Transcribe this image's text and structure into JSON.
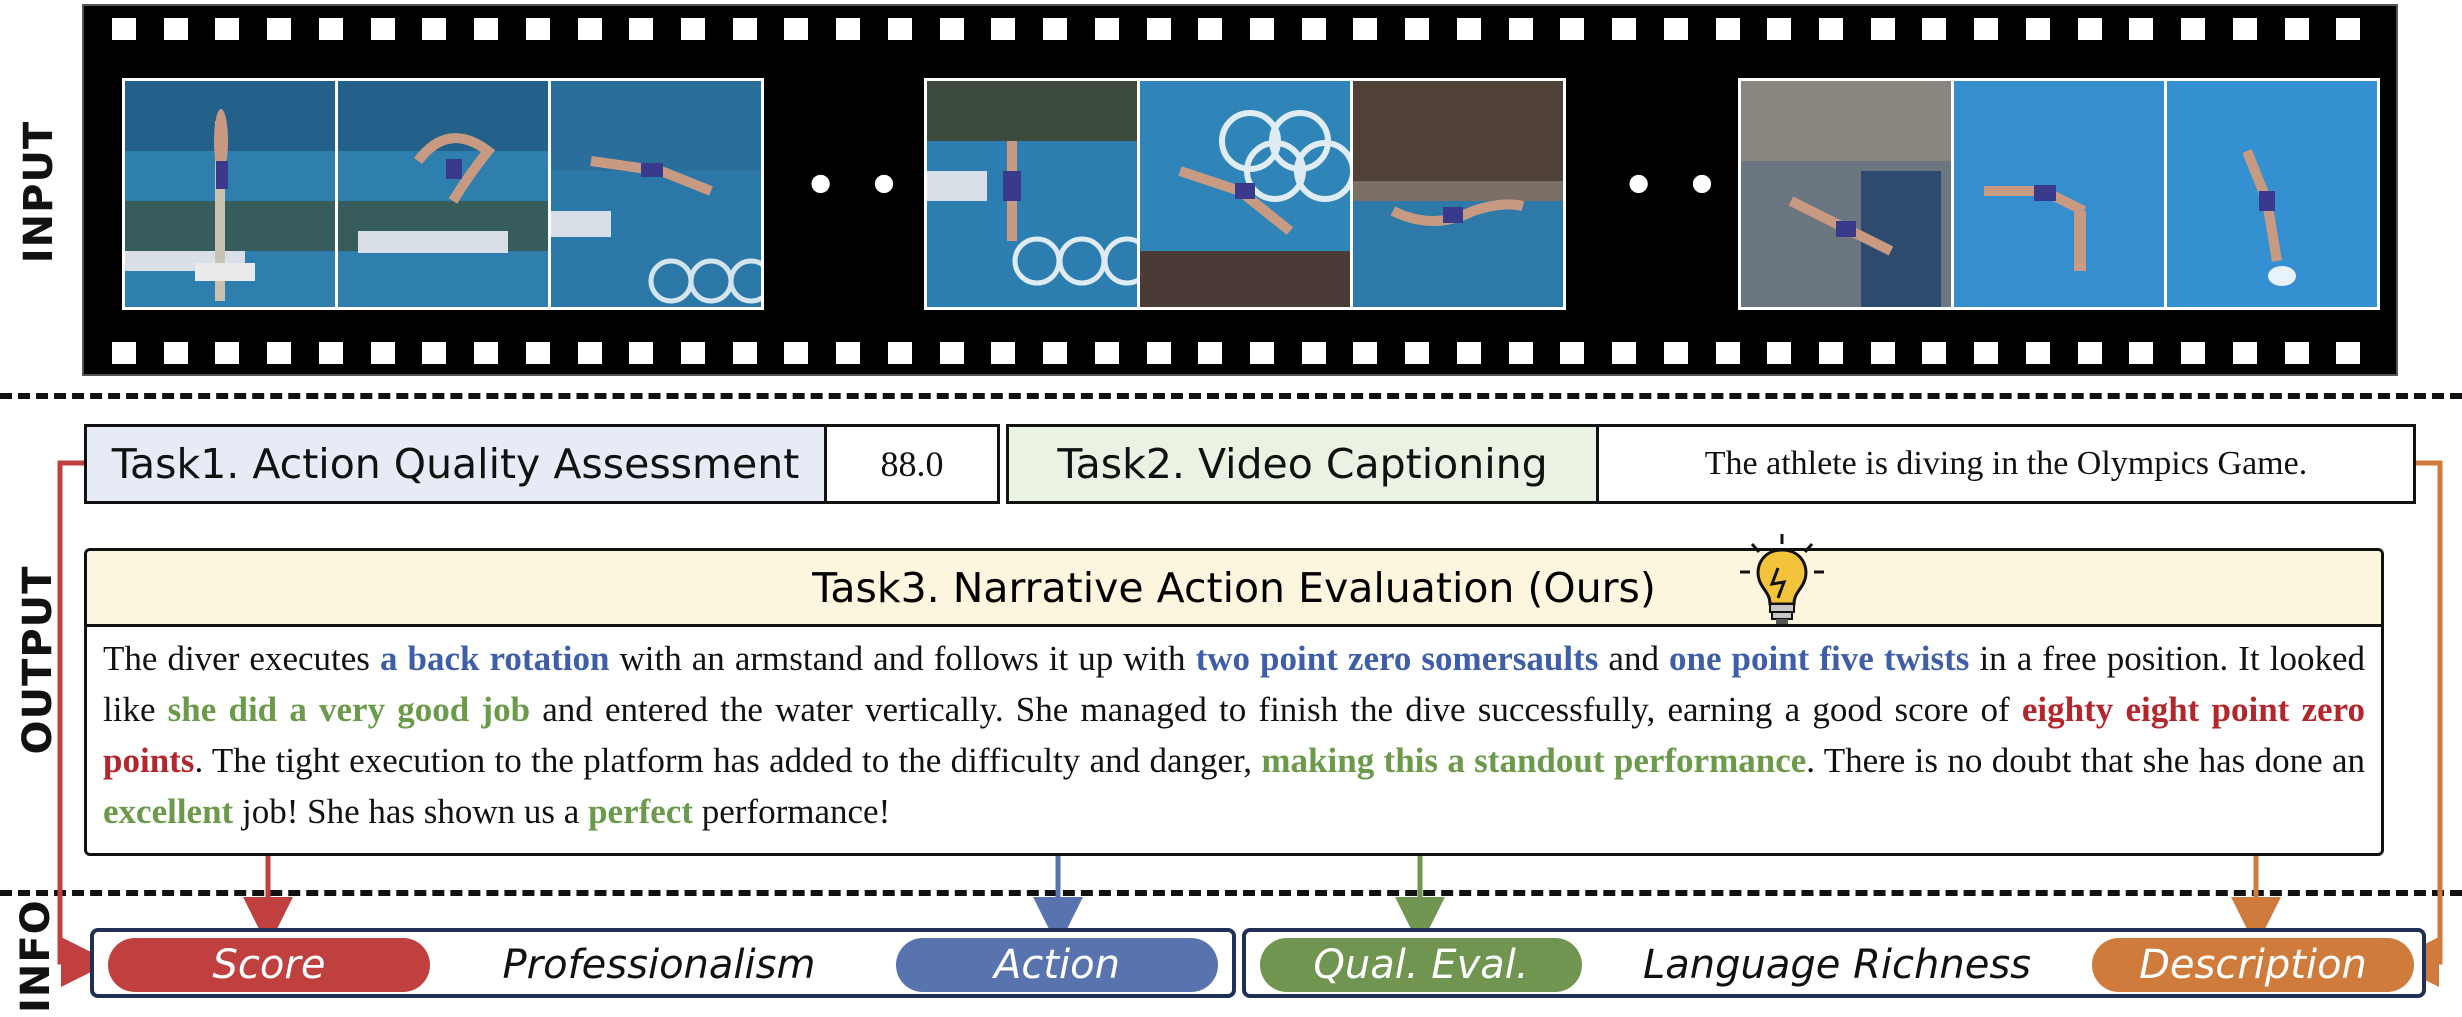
{
  "side_labels": {
    "input": "INPUT",
    "output": "OUTPUT",
    "info": "INFO"
  },
  "filmstrip": {
    "ellipsis": "• • •"
  },
  "task1": {
    "title": "Task1. Action Quality Assessment",
    "value": "88.0"
  },
  "task2": {
    "title": "Task2. Video Captioning",
    "value": "The athlete is diving in the Olympics Game."
  },
  "task3": {
    "title": "Task3. Narrative Action Evaluation (Ours)",
    "segments": [
      {
        "text": "The diver executes ",
        "style": "plain"
      },
      {
        "text": "a back rotation",
        "style": "blue"
      },
      {
        "text": " with an armstand and follows it up with ",
        "style": "plain"
      },
      {
        "text": "two point zero somersaults",
        "style": "blue"
      },
      {
        "text": " and ",
        "style": "plain"
      },
      {
        "text": "one point five twists",
        "style": "blue"
      },
      {
        "text": " in a free position. It looked like ",
        "style": "plain"
      },
      {
        "text": "she did a very good job",
        "style": "green"
      },
      {
        "text": " and entered the water vertically. She managed to finish the dive successfully, earning a good score of ",
        "style": "plain"
      },
      {
        "text": "eighty eight point zero points",
        "style": "red"
      },
      {
        "text": ". The tight execution to the platform has added to the difficulty and danger, ",
        "style": "plain"
      },
      {
        "text": "making this a standout performance",
        "style": "green"
      },
      {
        "text": ". There is no doubt that she has done an ",
        "style": "plain"
      },
      {
        "text": "excellent",
        "style": "green"
      },
      {
        "text": " job! She has shown us a ",
        "style": "plain"
      },
      {
        "text": "perfect",
        "style": "green"
      },
      {
        "text": " performance!",
        "style": "plain"
      }
    ]
  },
  "info": {
    "score": "Score",
    "professionalism": "Professionalism",
    "action": "Action",
    "qual_eval": "Qual. Eval.",
    "language_richness": "Language Richness",
    "description": "Description"
  },
  "colors": {
    "score": "#c0403f",
    "action": "#5873ad",
    "qual_eval": "#6f9550",
    "description": "#cf7b3c",
    "task1_bg": "#e6ebf6",
    "task2_bg": "#eaf3e3",
    "task3_bg": "#fdf6df",
    "info_border": "#1f2f55"
  },
  "icons": {
    "idea": "lightbulb-icon"
  }
}
